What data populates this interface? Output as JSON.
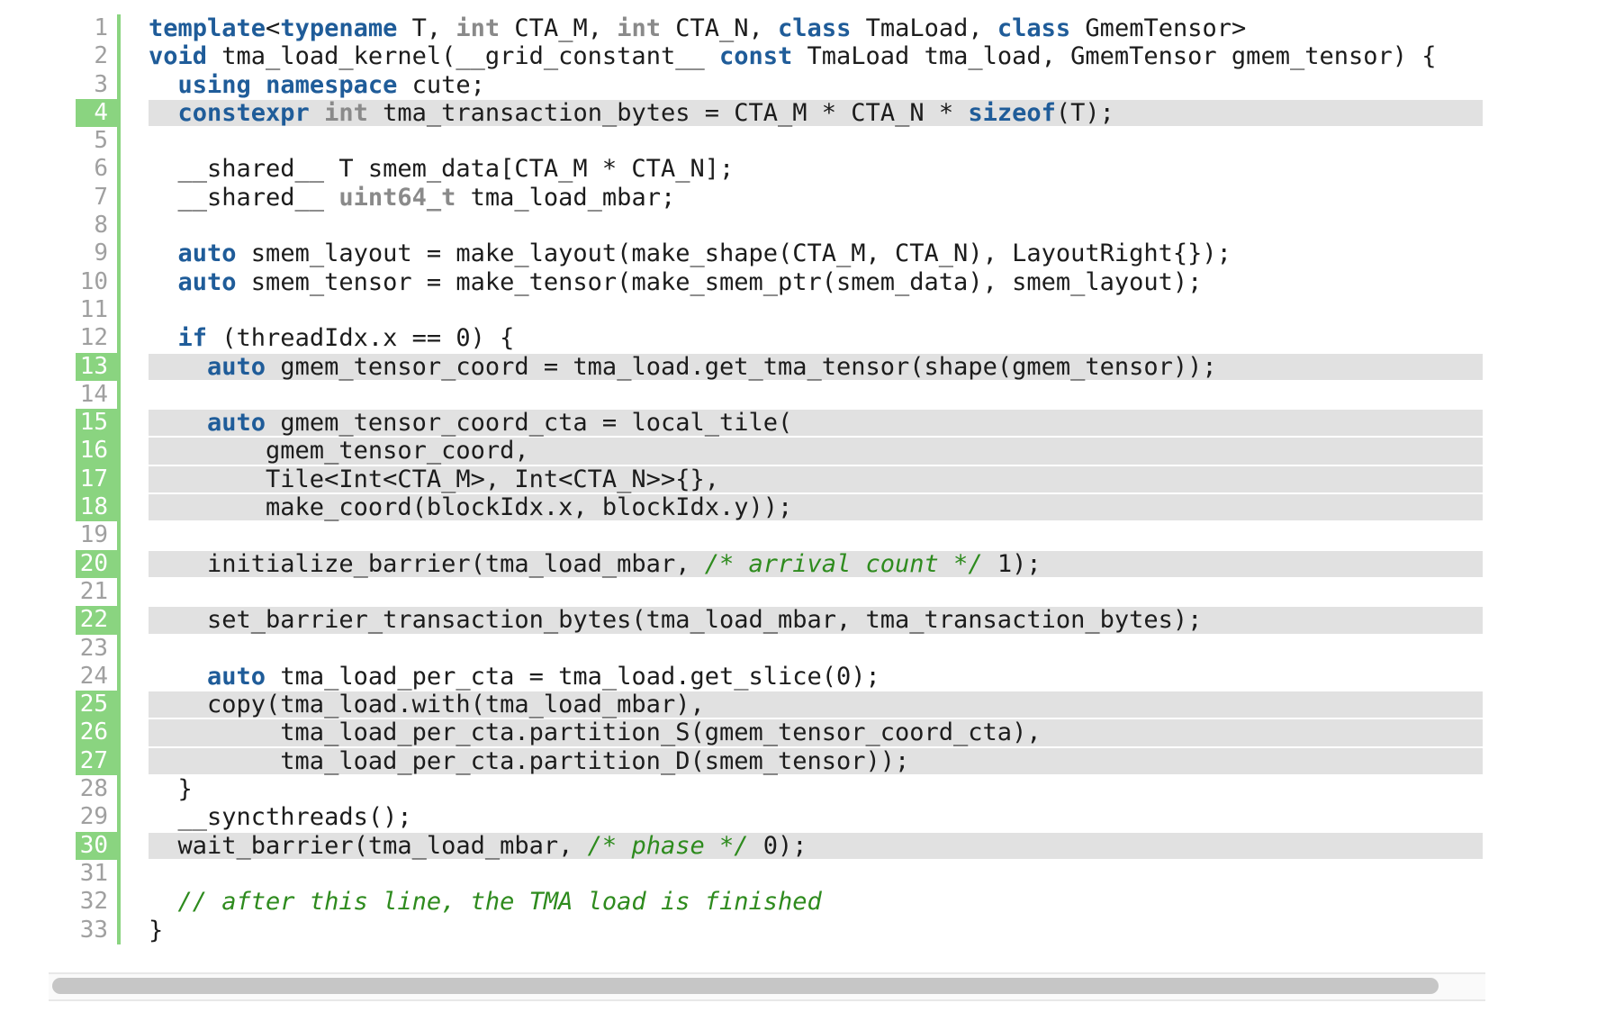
{
  "code_view": {
    "lines": [
      {
        "n": "1",
        "hl": false,
        "tokens": [
          [
            "kw",
            "template"
          ],
          [
            "",
            "<"
          ],
          [
            "kw",
            "typename"
          ],
          [
            "",
            " T, "
          ],
          [
            "ty",
            "int"
          ],
          [
            "",
            " CTA_M, "
          ],
          [
            "ty",
            "int"
          ],
          [
            "",
            " CTA_N, "
          ],
          [
            "kw",
            "class"
          ],
          [
            "",
            " TmaLoad, "
          ],
          [
            "kw",
            "class"
          ],
          [
            "",
            " GmemTensor>"
          ]
        ]
      },
      {
        "n": "2",
        "hl": false,
        "tokens": [
          [
            "kw",
            "void"
          ],
          [
            "",
            " tma_load_kernel(__grid_constant__ "
          ],
          [
            "kw",
            "const"
          ],
          [
            "",
            " TmaLoad tma_load, GmemTensor gmem_tensor) {"
          ]
        ]
      },
      {
        "n": "3",
        "hl": false,
        "tokens": [
          [
            "",
            "  "
          ],
          [
            "kw",
            "using"
          ],
          [
            "",
            " "
          ],
          [
            "kw",
            "namespace"
          ],
          [
            "",
            " cute;"
          ]
        ]
      },
      {
        "n": "4",
        "hl": true,
        "tokens": [
          [
            "",
            "  "
          ],
          [
            "kw",
            "constexpr"
          ],
          [
            "",
            " "
          ],
          [
            "ty",
            "int"
          ],
          [
            "",
            " tma_transaction_bytes = CTA_M * CTA_N * "
          ],
          [
            "kw",
            "sizeof"
          ],
          [
            "",
            "(T);"
          ]
        ]
      },
      {
        "n": "5",
        "hl": false,
        "tokens": []
      },
      {
        "n": "6",
        "hl": false,
        "tokens": [
          [
            "",
            "  __shared__ T smem_data[CTA_M * CTA_N];"
          ]
        ]
      },
      {
        "n": "7",
        "hl": false,
        "tokens": [
          [
            "",
            "  __shared__ "
          ],
          [
            "ty",
            "uint64_t"
          ],
          [
            "",
            " tma_load_mbar;"
          ]
        ]
      },
      {
        "n": "8",
        "hl": false,
        "tokens": []
      },
      {
        "n": "9",
        "hl": false,
        "tokens": [
          [
            "",
            "  "
          ],
          [
            "kw",
            "auto"
          ],
          [
            "",
            " smem_layout = make_layout(make_shape(CTA_M, CTA_N), LayoutRight{});"
          ]
        ]
      },
      {
        "n": "10",
        "hl": false,
        "tokens": [
          [
            "",
            "  "
          ],
          [
            "kw",
            "auto"
          ],
          [
            "",
            " smem_tensor = make_tensor(make_smem_ptr(smem_data), smem_layout);"
          ]
        ]
      },
      {
        "n": "11",
        "hl": false,
        "tokens": []
      },
      {
        "n": "12",
        "hl": false,
        "tokens": [
          [
            "",
            "  "
          ],
          [
            "kw",
            "if"
          ],
          [
            "",
            " (threadIdx.x == 0) {"
          ]
        ]
      },
      {
        "n": "13",
        "hl": true,
        "tokens": [
          [
            "",
            "    "
          ],
          [
            "kw",
            "auto"
          ],
          [
            "",
            " gmem_tensor_coord = tma_load.get_tma_tensor(shape(gmem_tensor));"
          ]
        ]
      },
      {
        "n": "14",
        "hl": false,
        "tokens": []
      },
      {
        "n": "15",
        "hl": true,
        "tokens": [
          [
            "",
            "    "
          ],
          [
            "kw",
            "auto"
          ],
          [
            "",
            " gmem_tensor_coord_cta = local_tile("
          ]
        ]
      },
      {
        "n": "16",
        "hl": true,
        "tokens": [
          [
            "",
            "        gmem_tensor_coord,"
          ]
        ]
      },
      {
        "n": "17",
        "hl": true,
        "tokens": [
          [
            "",
            "        Tile<Int<CTA_M>, Int<CTA_N>>{},"
          ]
        ]
      },
      {
        "n": "18",
        "hl": true,
        "tokens": [
          [
            "",
            "        make_coord(blockIdx.x, blockIdx.y));"
          ]
        ]
      },
      {
        "n": "19",
        "hl": false,
        "tokens": []
      },
      {
        "n": "20",
        "hl": true,
        "tokens": [
          [
            "",
            "    initialize_barrier(tma_load_mbar, "
          ],
          [
            "cm",
            "/* arrival count */"
          ],
          [
            "",
            " 1);"
          ]
        ]
      },
      {
        "n": "21",
        "hl": false,
        "tokens": []
      },
      {
        "n": "22",
        "hl": true,
        "tokens": [
          [
            "",
            "    set_barrier_transaction_bytes(tma_load_mbar, tma_transaction_bytes);"
          ]
        ]
      },
      {
        "n": "23",
        "hl": false,
        "tokens": []
      },
      {
        "n": "24",
        "hl": false,
        "tokens": [
          [
            "",
            "    "
          ],
          [
            "kw",
            "auto"
          ],
          [
            "",
            " tma_load_per_cta = tma_load.get_slice(0);"
          ]
        ]
      },
      {
        "n": "25",
        "hl": true,
        "tokens": [
          [
            "",
            "    copy(tma_load.with(tma_load_mbar),"
          ]
        ]
      },
      {
        "n": "26",
        "hl": true,
        "tokens": [
          [
            "",
            "         tma_load_per_cta.partition_S(gmem_tensor_coord_cta),"
          ]
        ]
      },
      {
        "n": "27",
        "hl": true,
        "tokens": [
          [
            "",
            "         tma_load_per_cta.partition_D(smem_tensor));"
          ]
        ]
      },
      {
        "n": "28",
        "hl": false,
        "tokens": [
          [
            "",
            "  }"
          ]
        ]
      },
      {
        "n": "29",
        "hl": false,
        "tokens": [
          [
            "",
            "  __syncthreads();"
          ]
        ]
      },
      {
        "n": "30",
        "hl": true,
        "tokens": [
          [
            "",
            "  wait_barrier(tma_load_mbar, "
          ],
          [
            "cm",
            "/* phase */"
          ],
          [
            "",
            " 0);"
          ]
        ]
      },
      {
        "n": "31",
        "hl": false,
        "tokens": []
      },
      {
        "n": "32",
        "hl": false,
        "tokens": [
          [
            "",
            "  "
          ],
          [
            "cm",
            "// after this line, the TMA load is finished"
          ]
        ]
      },
      {
        "n": "33",
        "hl": false,
        "tokens": [
          [
            "",
            "}"
          ]
        ]
      }
    ]
  },
  "colors": {
    "keyword": "#1f5c99",
    "type": "#8a8a8a",
    "comment": "#2e8b1e",
    "gutter_highlight": "#8ad480",
    "line_highlight": "#e1e1e1"
  }
}
